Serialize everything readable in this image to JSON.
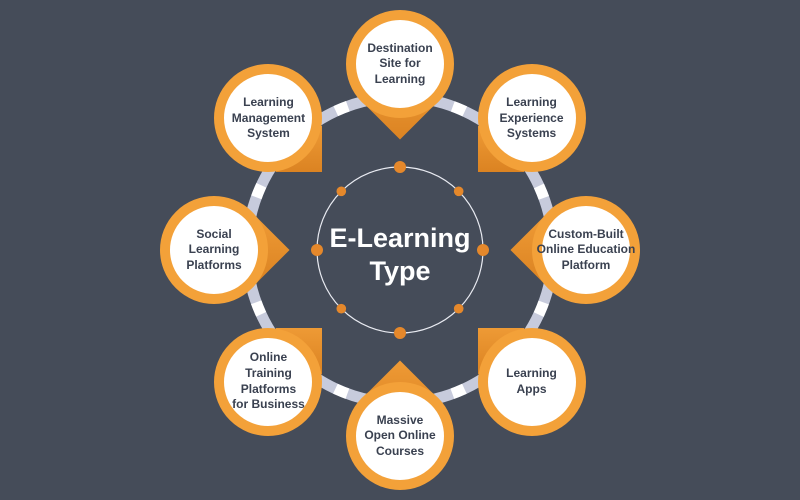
{
  "title": {
    "text": "E-Learning Type",
    "lines": [
      "E-Learning",
      "Type"
    ]
  },
  "nodes": [
    {
      "label": "Destination Site for Learning",
      "lines": [
        "Destination",
        "Site for",
        "Learning"
      ]
    },
    {
      "label": "Learning Experience Systems",
      "lines": [
        "Learning",
        "Experience",
        "Systems"
      ]
    },
    {
      "label": "Custom-Built Online Education Platform",
      "lines": [
        "Custom-Built",
        "Online Education",
        "Platform"
      ]
    },
    {
      "label": "Learning Apps",
      "lines": [
        "Learning",
        "Apps"
      ]
    },
    {
      "label": "Massive Open Online Courses",
      "lines": [
        "Massive",
        "Open Online",
        "Courses"
      ]
    },
    {
      "label": "Online Training Platforms for Business",
      "lines": [
        "Online",
        "Training",
        "Platforms",
        "for Business"
      ]
    },
    {
      "label": "Social Learning Platforms",
      "lines": [
        "Social",
        "Learning",
        "Platforms"
      ]
    },
    {
      "label": "Learning Management System",
      "lines": [
        "Learning",
        "Management",
        "System"
      ]
    }
  ],
  "colors": {
    "background": "#454C59",
    "ring_orange": "#F3A139",
    "pointer_orange_light": "#EE9A35",
    "pointer_orange_dark": "#DB8322",
    "connector_lavender": "#C7CBDC",
    "dot_orange": "#E5882B",
    "node_fill": "#FFFFFF",
    "node_text": "#3A4150",
    "title_text": "#FFFFFF"
  }
}
